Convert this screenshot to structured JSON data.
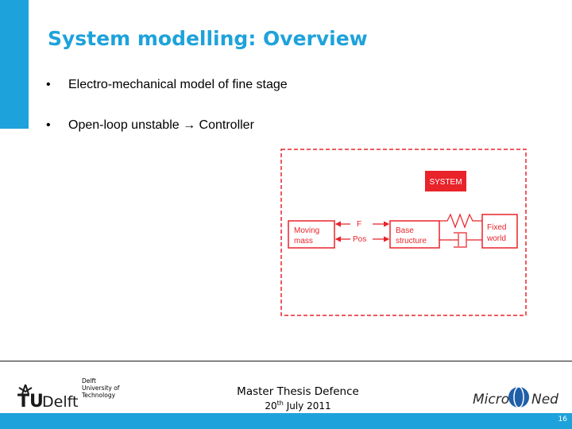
{
  "slide": {
    "title": "System modelling: Overview",
    "bullets": [
      {
        "marker": "•",
        "text": "Electro-mechanical model of fine stage"
      },
      {
        "marker": "•",
        "text": "Open-loop unstable → Controller"
      }
    ]
  },
  "diagram": {
    "system_label": "SYSTEM",
    "moving_mass": [
      "Moving",
      "mass"
    ],
    "base_structure": [
      "Base",
      "structure"
    ],
    "fixed_world": [
      "Fixed",
      "world"
    ],
    "force_label": "F",
    "pos_label": "Pos",
    "color": "#e8232a"
  },
  "footer": {
    "logo_text": "Delft",
    "university_lines": [
      "Delft",
      "University of",
      "Technology"
    ],
    "event": "Master Thesis Defence",
    "date_day": "20",
    "date_suffix": "th",
    "date_rest": " July 2011",
    "partner_logo": [
      "Micro",
      "Ned"
    ],
    "page_number": "16",
    "accent_color": "#1ea2db"
  }
}
